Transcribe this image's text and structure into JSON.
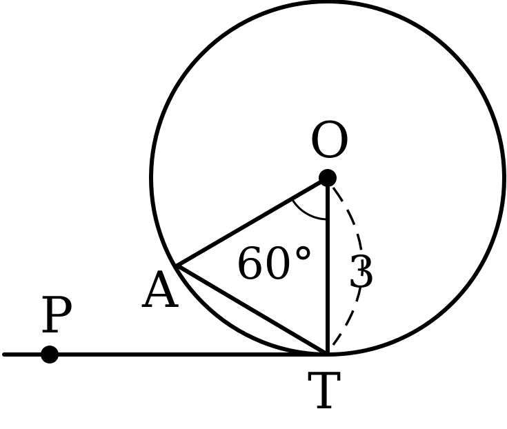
{
  "points": {
    "O": "O",
    "A": "A",
    "T": "T",
    "P": "P"
  },
  "angle_label": "60°",
  "length_label": "3",
  "colors": {
    "ink": "#000000",
    "background": "#ffffff"
  }
}
